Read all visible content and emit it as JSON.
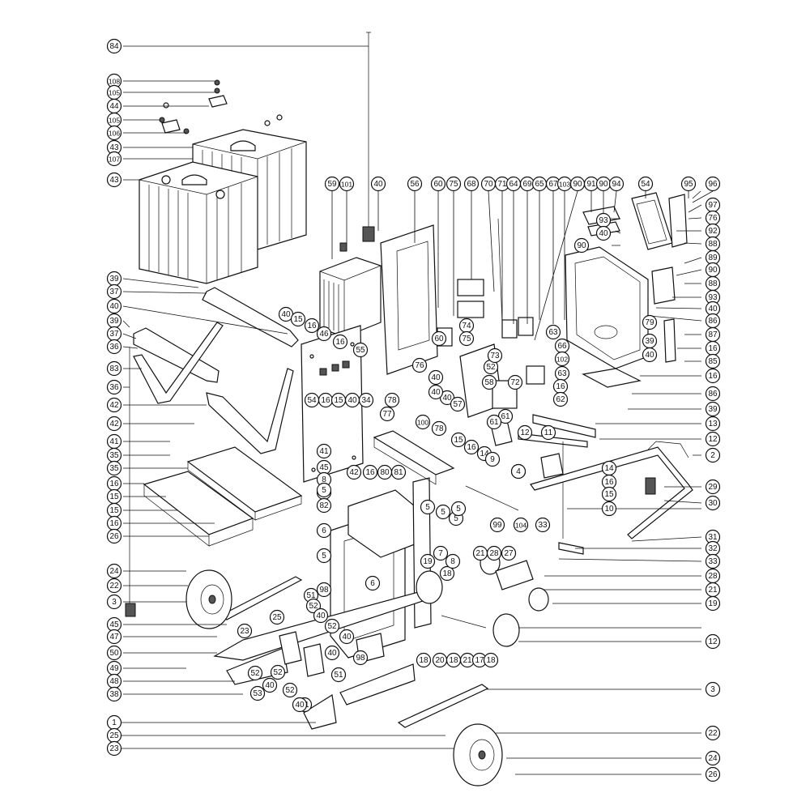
{
  "diagram": {
    "colors": {
      "ink": "#111111",
      "paper": "#ffffff",
      "shade": "#555555"
    },
    "callouts": [
      "84",
      "108",
      "105",
      "44",
      "105",
      "106",
      "43",
      "107",
      "43",
      "59",
      "101",
      "40",
      "56",
      "60",
      "75",
      "68",
      "70",
      "71",
      "64",
      "69",
      "65",
      "67",
      "103",
      "90",
      "91",
      "90",
      "94",
      "54",
      "95",
      "96",
      "97",
      "76",
      "92",
      "88",
      "93",
      "40",
      "90",
      "89",
      "90",
      "88",
      "93",
      "40",
      "86",
      "87",
      "16",
      "85",
      "16",
      "86",
      "39",
      "79",
      "39",
      "40",
      "39",
      "37",
      "40",
      "39",
      "37",
      "36",
      "83",
      "36",
      "42",
      "42",
      "41",
      "35",
      "35",
      "16",
      "15",
      "15",
      "16",
      "26",
      "24",
      "22",
      "3",
      "45",
      "47",
      "50",
      "49",
      "48",
      "38",
      "40",
      "15",
      "16",
      "46",
      "16",
      "55",
      "54",
      "16",
      "15",
      "40",
      "34",
      "42",
      "41",
      "45",
      "8",
      "7",
      "82",
      "16",
      "80",
      "81",
      "78",
      "78",
      "77",
      "100",
      "40",
      "40",
      "40",
      "57",
      "76",
      "52",
      "73",
      "60",
      "74",
      "75",
      "72",
      "58",
      "61",
      "61",
      "63",
      "66",
      "102",
      "63",
      "16",
      "62",
      "12",
      "11",
      "13",
      "12",
      "15",
      "16",
      "14",
      "9",
      "4",
      "14",
      "16",
      "15",
      "2",
      "29",
      "30",
      "10",
      "4",
      "31",
      "32",
      "33",
      "28",
      "21",
      "19",
      "12",
      "99",
      "104",
      "33",
      "27",
      "21",
      "28",
      "19",
      "18",
      "7",
      "8",
      "5",
      "5",
      "6",
      "5",
      "6",
      "5",
      "5",
      "5",
      "51",
      "98",
      "52",
      "40",
      "52",
      "40",
      "40",
      "98",
      "51",
      "51",
      "23",
      "25",
      "40",
      "52",
      "52",
      "53",
      "52",
      "40",
      "18",
      "20",
      "18",
      "21",
      "17",
      "18",
      "3",
      "1",
      "25",
      "22",
      "23",
      "24",
      "26"
    ]
  }
}
